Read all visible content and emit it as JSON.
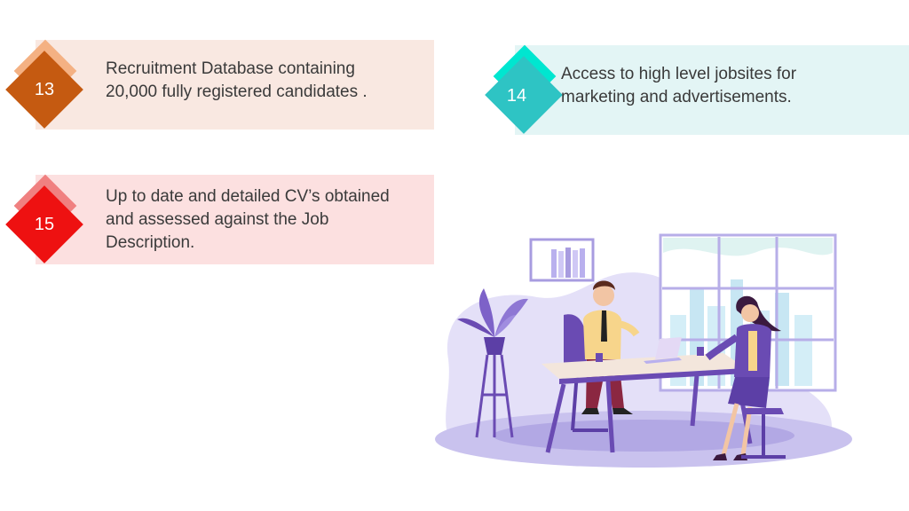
{
  "cards": [
    {
      "number": "13",
      "text_lines": [
        "Recruitment Database containing",
        "20,000 fully registered candidates ."
      ],
      "colors": {
        "band": "#f9e8e1",
        "diamond": "#c55a11",
        "diamond_back": "#f4b183"
      }
    },
    {
      "number": "14",
      "text_lines": [
        "Access to high level jobsites for",
        "marketing and advertisements."
      ],
      "colors": {
        "band": "#e3f5f5",
        "diamond": "#2ec4c4",
        "diamond_back": "#00e6d0"
      }
    },
    {
      "number": "15",
      "text_lines": [
        "Up to date and detailed CV’s obtained",
        "and assessed against the Job",
        "Description."
      ],
      "colors": {
        "band": "#fce0e0",
        "diamond": "#ee1111",
        "diamond_back": "#f08080"
      }
    }
  ],
  "illustration": {
    "description_icon": "office-interview-illustration",
    "colors": {
      "purple": "#6a4bb3",
      "lavender": "#d7d3f4",
      "skin": "#f2c5a4",
      "yellow": "#f7d58b"
    }
  }
}
